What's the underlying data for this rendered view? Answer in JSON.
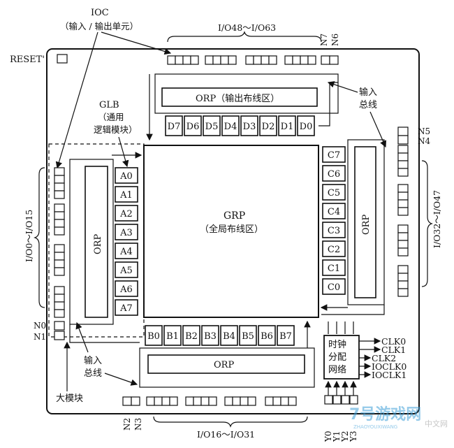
{
  "labels": {
    "ioc": "IOC",
    "ioc_desc": "（输入 / 输出单元）",
    "reset": "RESET'",
    "io_top": "I/O48～I/O63",
    "io_bottom": "I/O16～I/O31",
    "io_left": "I/O0～I/O15",
    "io_right": "I/O32～I/O47",
    "glb": "GLB",
    "glb_desc1": "（通用",
    "glb_desc2": "逻辑模块）",
    "orp_top": "ORP（输出布线区）",
    "orp": "ORP",
    "grp": "GRP",
    "grp_desc": "（全局布线区）",
    "input_bus_top_1": "输入",
    "input_bus_top_2": "总线",
    "input_bus_bottom_1": "输入",
    "input_bus_bottom_2": "总线",
    "big_block": "大模块",
    "clock_1": "时钟",
    "clock_2": "分配",
    "clock_3": "网络",
    "n7": "N7",
    "n6": "N6",
    "n5": "N5",
    "n4": "N4",
    "n0": "N0",
    "n1": "N1",
    "n2": "N2",
    "n3": "N3"
  },
  "glb_d": [
    "D7",
    "D6",
    "D5",
    "D4",
    "D3",
    "D2",
    "D1",
    "D0"
  ],
  "glb_c": [
    "C7",
    "C6",
    "C5",
    "C4",
    "C3",
    "C2",
    "C1",
    "C0"
  ],
  "glb_a": [
    "A0",
    "A1",
    "A2",
    "A3",
    "A4",
    "A5",
    "A6",
    "A7"
  ],
  "glb_b": [
    "B0",
    "B1",
    "B2",
    "B3",
    "B4",
    "B5",
    "B6",
    "B7"
  ],
  "clock_outputs": [
    "CLK0",
    "CLK1",
    "CLK2",
    "IOCLK0",
    "IOCLK1"
  ],
  "clock_inputs": [
    "Y0",
    "Y1",
    "Y2",
    "Y3"
  ],
  "watermark": {
    "main": "7号游戏网",
    "sub": "ZHAOYOUXIWANG",
    "right": "中文网"
  }
}
